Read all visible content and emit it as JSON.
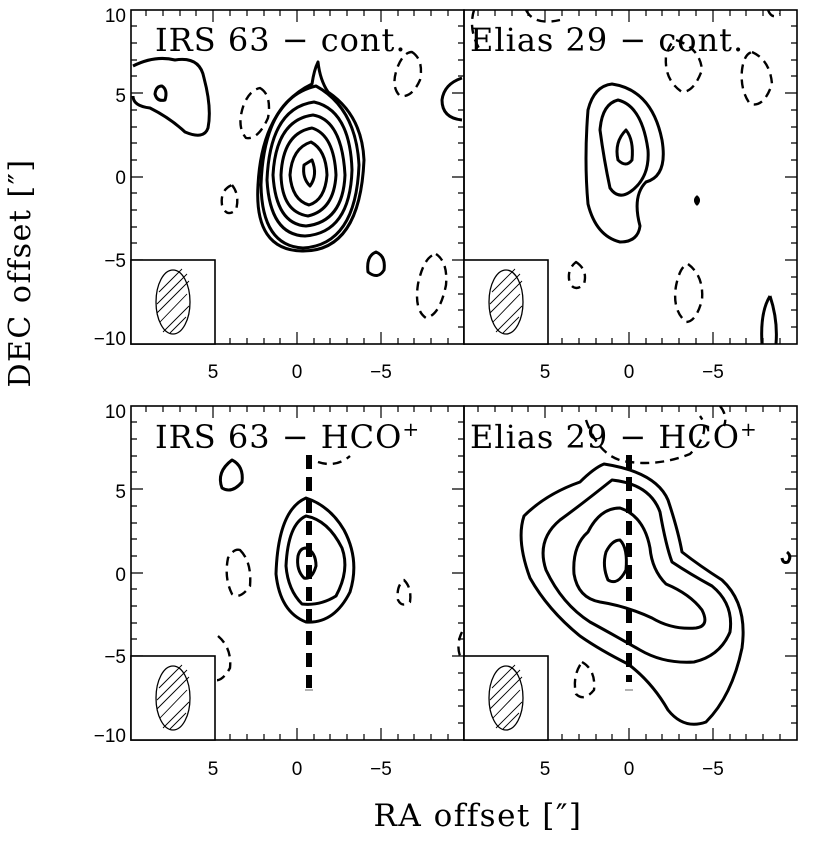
{
  "figure": {
    "xlabel": "RA offset [″]",
    "ylabel": "DEC offset [″]"
  },
  "axes": {
    "x_ticks": [
      "5",
      "0",
      "−5"
    ],
    "y_ticks": [
      "10",
      "5",
      "0",
      "−5",
      "−10"
    ],
    "x_range": [
      10,
      -10
    ],
    "y_range": [
      -10,
      10
    ]
  },
  "panels": [
    {
      "id": "irs63-cont",
      "source": "IRS 63",
      "sep": "−",
      "species": "cont.",
      "sup": ""
    },
    {
      "id": "elias29-cont",
      "source": "Elias 29",
      "sep": "−",
      "species": "cont.",
      "sup": ""
    },
    {
      "id": "irs63-hco",
      "source": "IRS 63",
      "sep": "−",
      "species": "HCO",
      "sup": "+"
    },
    {
      "id": "elias29-hco",
      "source": "Elias 29",
      "sep": "−",
      "species": "HCO",
      "sup": "+"
    }
  ],
  "legend": {
    "beam": "hatched-beam-ellipse",
    "solid_contours": "positive-emission",
    "dashed_contours": "negative-emission",
    "vertical_cut": "position-velocity-cut"
  },
  "colors": {
    "ink": "#000000",
    "background": "#ffffff"
  }
}
